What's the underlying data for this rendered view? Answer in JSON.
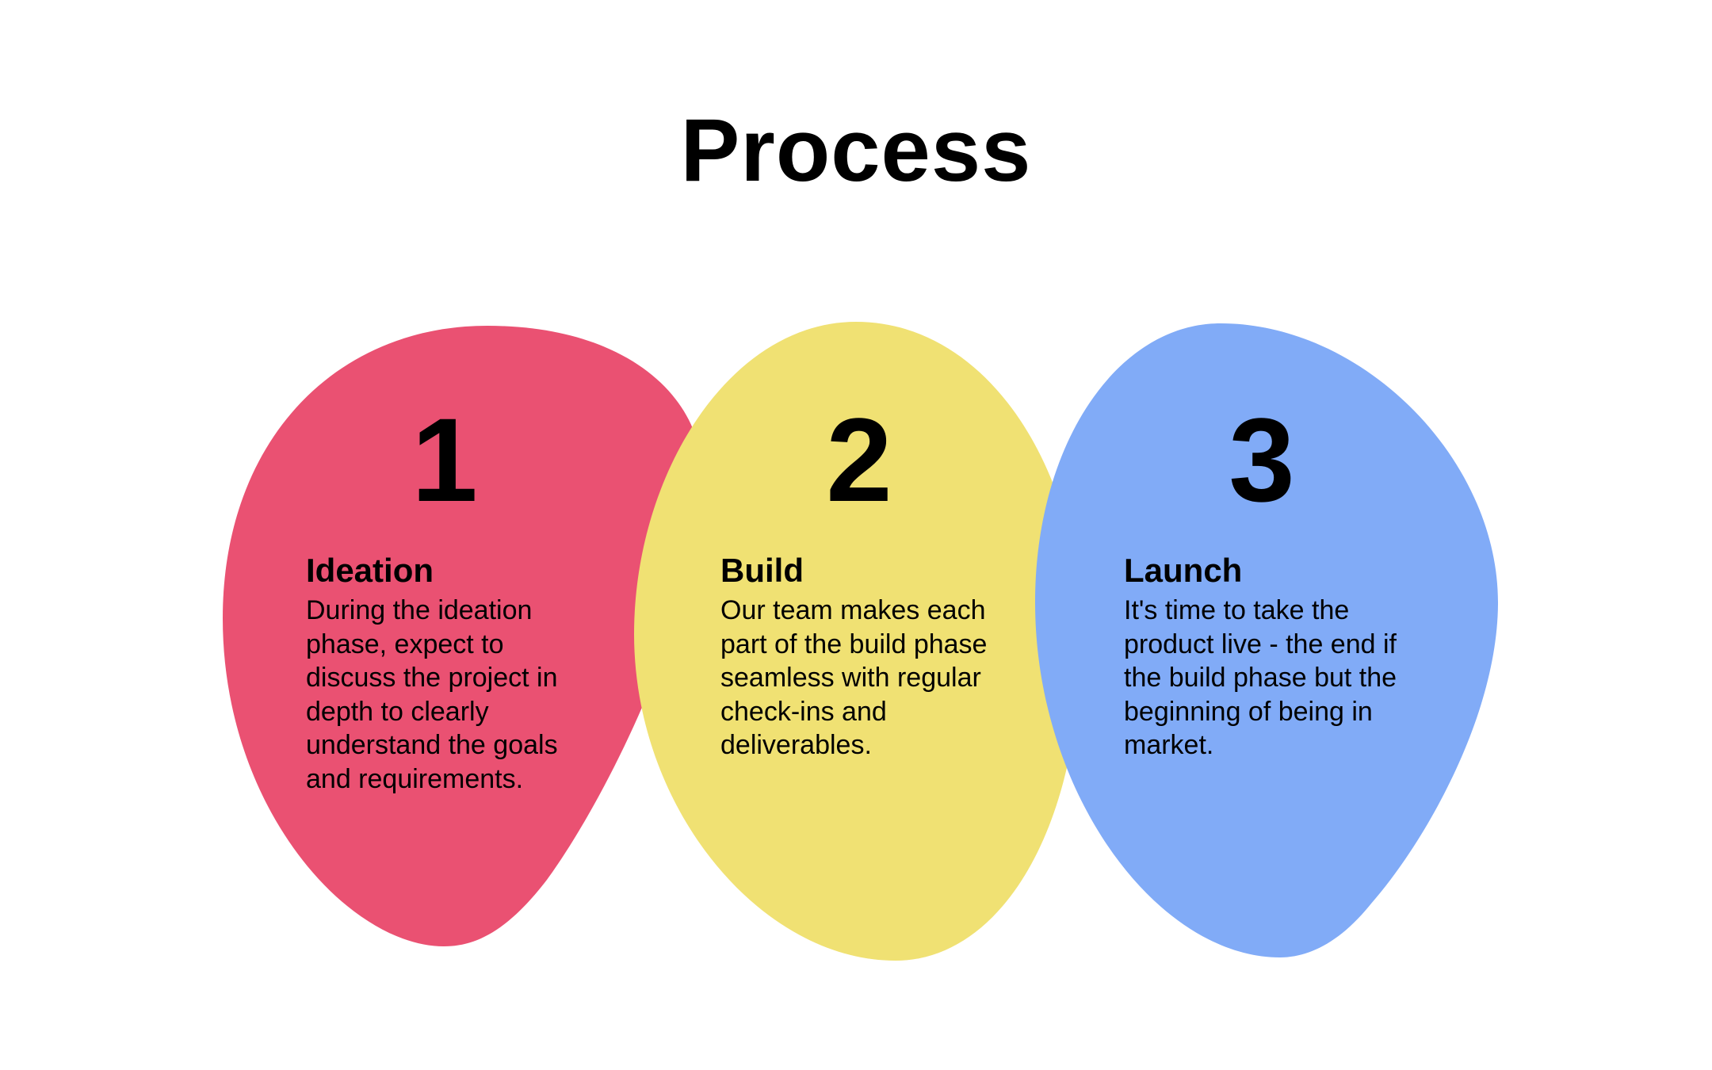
{
  "title": "Process",
  "colors": {
    "ideation": "#EA5172",
    "build": "#F0E173",
    "launch": "#81ABF7"
  },
  "steps": [
    {
      "number": "1",
      "heading": "Ideation",
      "body": "During the ideation phase, expect to discuss the project in depth to clearly understand the goals and requirements."
    },
    {
      "number": "2",
      "heading": "Build",
      "body": "Our team makes each part of the build phase seamless with regular check-ins and deliverables."
    },
    {
      "number": "3",
      "heading": "Launch",
      "body": "It's time to take the product live - the end if the build phase but the beginning of being in market."
    }
  ]
}
